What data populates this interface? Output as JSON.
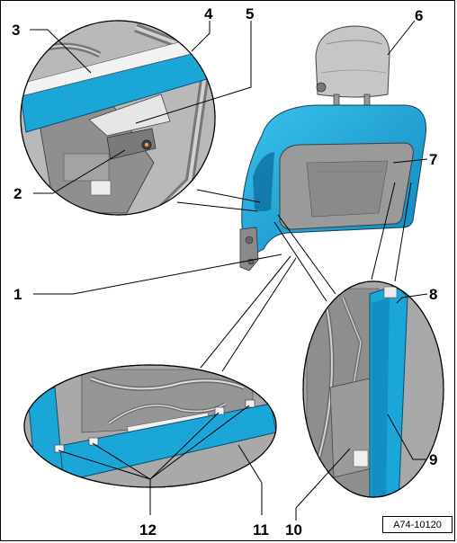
{
  "callouts": [
    {
      "id": "1",
      "label": "1"
    },
    {
      "id": "2",
      "label": "2"
    },
    {
      "id": "3",
      "label": "3"
    },
    {
      "id": "4",
      "label": "4"
    },
    {
      "id": "5",
      "label": "5"
    },
    {
      "id": "6",
      "label": "6"
    },
    {
      "id": "7",
      "label": "7"
    },
    {
      "id": "8",
      "label": "8"
    },
    {
      "id": "9",
      "label": "9"
    },
    {
      "id": "10",
      "label": "10"
    },
    {
      "id": "11",
      "label": "11"
    },
    {
      "id": "12",
      "label": "12"
    }
  ],
  "reference_code": "A74-10120",
  "colors": {
    "trim_blue": "#1aa7d8",
    "trim_blue_dark": "#0f7fb0",
    "frame_grey": "#8c8c8c",
    "panel_grey": "#9a9a9a",
    "headrest_grey": "#c4c4c4"
  }
}
